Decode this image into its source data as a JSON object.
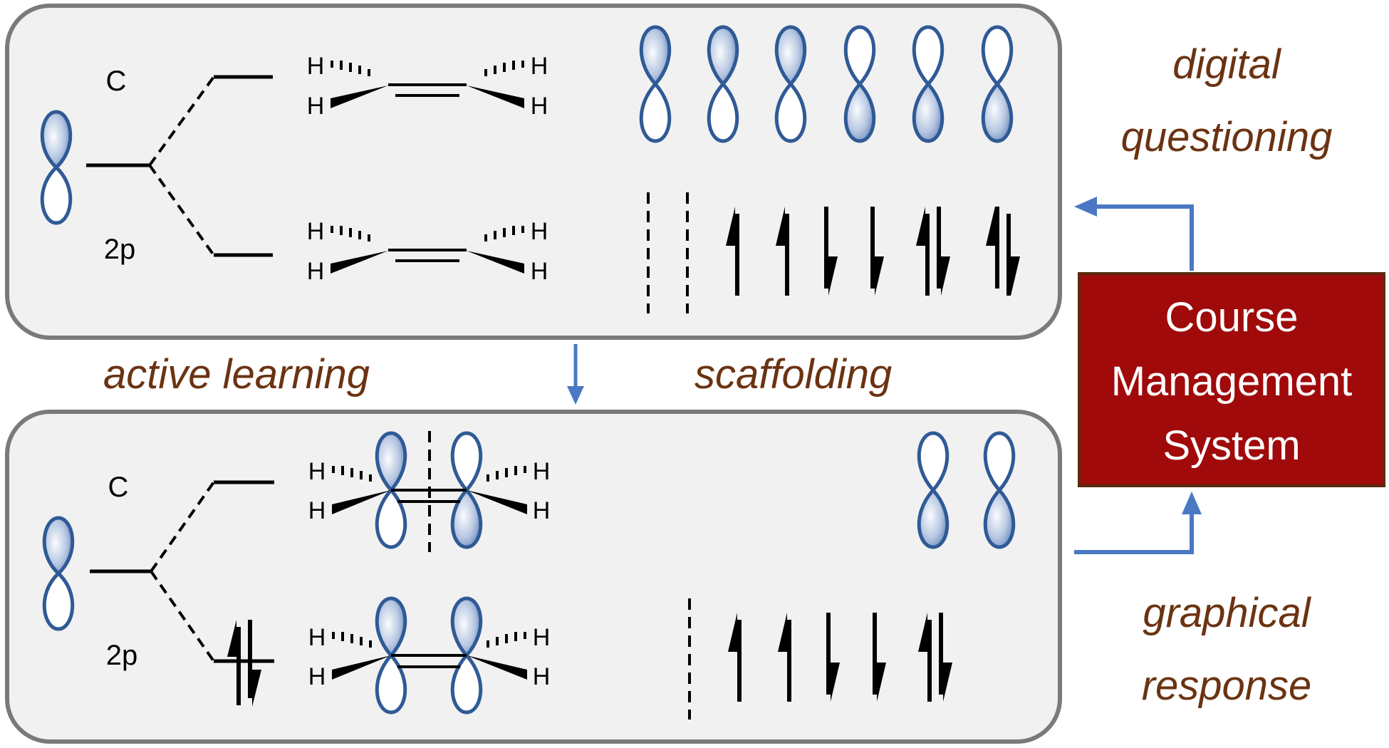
{
  "colors": {
    "panel_fill": "#f1f1f1",
    "panel_stroke": "#7a7a7a",
    "orbital_stroke": "#2f5a96",
    "arrow_blue": "#4a78c2",
    "label_brown": "#6b3312",
    "cms_fill": "#a00a0a",
    "cms_stroke": "#5a2a10"
  },
  "top_panel": {
    "element_label": "C",
    "orbital_label": "2p",
    "atoms": {
      "h": "H"
    }
  },
  "bottom_panel": {
    "element_label": "C",
    "orbital_label": "2p",
    "atoms": {
      "h": "H"
    }
  },
  "labels": {
    "active_learning": "active learning",
    "scaffolding": "scaffolding",
    "digital_1": "digital",
    "digital_2": "questioning",
    "graphical_1": "graphical",
    "graphical_2": "response"
  },
  "cms_box": {
    "line1": "Course",
    "line2": "Management",
    "line3": "System"
  },
  "icons": {
    "orbital": "p-orbital-icon",
    "spin_up": "spin-up-arrow-icon",
    "spin_down": "spin-down-arrow-icon",
    "spin_pair": "spin-pair-arrow-icon"
  }
}
